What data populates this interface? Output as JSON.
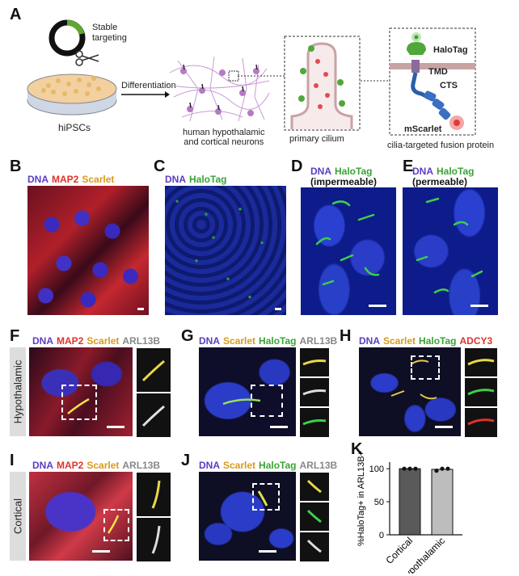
{
  "panels": {
    "A": {
      "letter": "A",
      "stable_targeting": "Stable\ntargeting",
      "hipscs": "hiPSCs",
      "differentiation": "Differentiation",
      "neurons": "human hypothalamic\nand cortical neurons",
      "primary_cilium": "primary cilium",
      "fusion_protein": "cilia-targeted fusion protein",
      "halotag": "HaloTag",
      "tmd": "TMD",
      "cts": "CTS",
      "mscarlet": "mScarlet"
    },
    "B": {
      "letter": "B",
      "stains": [
        {
          "text": "DNA",
          "color": "#5b3cc4"
        },
        {
          "text": "MAP2",
          "color": "#e0322a"
        },
        {
          "text": "Scarlet",
          "color": "#d99a1a"
        }
      ]
    },
    "C": {
      "letter": "C",
      "stains": [
        {
          "text": "DNA",
          "color": "#5b3cc4"
        },
        {
          "text": "HaloTag",
          "color": "#3aa335"
        }
      ]
    },
    "D": {
      "letter": "D",
      "stains": [
        {
          "text": "DNA",
          "color": "#5b3cc4"
        },
        {
          "text": "HaloTag",
          "color": "#3aa335"
        }
      ],
      "sub": "(impermeable)"
    },
    "E": {
      "letter": "E",
      "stains": [
        {
          "text": "DNA",
          "color": "#5b3cc4"
        },
        {
          "text": "HaloTag",
          "color": "#3aa335"
        }
      ],
      "sub": "(permeable)"
    },
    "F": {
      "letter": "F",
      "stains": [
        {
          "text": "DNA",
          "color": "#5b3cc4"
        },
        {
          "text": "MAP2",
          "color": "#e0322a"
        },
        {
          "text": "Scarlet",
          "color": "#d99a1a"
        },
        {
          "text": "ARL13B",
          "color": "#888888"
        }
      ]
    },
    "G": {
      "letter": "G",
      "stains": [
        {
          "text": "DNA",
          "color": "#5b3cc4"
        },
        {
          "text": "Scarlet",
          "color": "#d99a1a"
        },
        {
          "text": "HaloTag",
          "color": "#3aa335"
        },
        {
          "text": "ARL13B",
          "color": "#888888"
        }
      ]
    },
    "H": {
      "letter": "H",
      "stains": [
        {
          "text": "DNA",
          "color": "#5b3cc4"
        },
        {
          "text": "Scarlet",
          "color": "#d99a1a"
        },
        {
          "text": "HaloTag",
          "color": "#3aa335"
        },
        {
          "text": "ADCY3",
          "color": "#e0322a"
        }
      ]
    },
    "I": {
      "letter": "I",
      "stains": [
        {
          "text": "DNA",
          "color": "#5b3cc4"
        },
        {
          "text": "MAP2",
          "color": "#e0322a"
        },
        {
          "text": "Scarlet",
          "color": "#d99a1a"
        },
        {
          "text": "ARL13B",
          "color": "#888888"
        }
      ]
    },
    "J": {
      "letter": "J",
      "stains": [
        {
          "text": "DNA",
          "color": "#5b3cc4"
        },
        {
          "text": "Scarlet",
          "color": "#d99a1a"
        },
        {
          "text": "HaloTag",
          "color": "#3aa335"
        },
        {
          "text": "ARL13B",
          "color": "#888888"
        }
      ]
    },
    "K": {
      "letter": "K"
    }
  },
  "row_labels": {
    "hypothalamic": "Hypothalamic",
    "cortical": "Cortical"
  },
  "chart_data": {
    "type": "bar",
    "ylabel": "%HaloTag+ in ARL13B+",
    "categories": [
      "Cortical",
      "Hypothalamic"
    ],
    "values": [
      100,
      99
    ],
    "points": [
      [
        100,
        100,
        100
      ],
      [
        97,
        100,
        100
      ]
    ],
    "yticks": [
      "0",
      "50",
      "100"
    ],
    "ylim": [
      0,
      110
    ],
    "colors": [
      "#5a5a5a",
      "#bdbdbd"
    ]
  }
}
